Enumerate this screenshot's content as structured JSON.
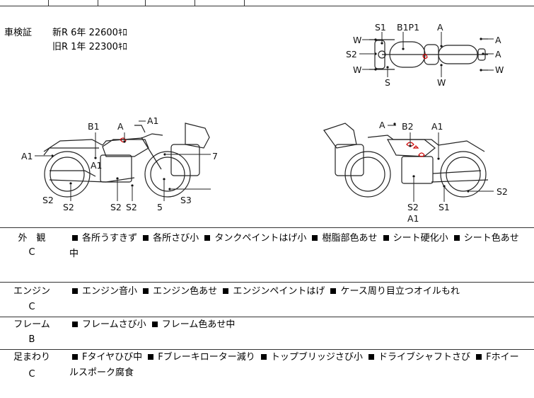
{
  "inspection": {
    "label": "車検証",
    "new": "新R  6年  22600ｷﾛ",
    "old": "旧R  1年  22300ｷﾛ"
  },
  "diagram_labels": {
    "top": [
      "S1",
      "B1P1",
      "A",
      "W",
      "S2",
      "W",
      "S",
      "W",
      "A",
      "A",
      "W"
    ],
    "left": [
      "A1",
      "B1",
      "A",
      "A1",
      "A1",
      "7",
      "S2",
      "S2",
      "S2",
      "S2",
      "5",
      "S3"
    ],
    "right": [
      "A",
      "B2",
      "A1",
      "S2",
      "A1",
      "S1",
      "S2"
    ]
  },
  "rows": [
    {
      "category": "外　観",
      "grade": "C",
      "items": [
        "各所うすきず",
        "各所さび小",
        "タンクペイントはげ小",
        "樹脂部色あせ",
        "シート硬化小",
        "シート色あせ中"
      ]
    },
    {
      "category": "エンジン",
      "grade": "C",
      "items": [
        "エンジン音小",
        "エンジン色あせ",
        "エンジンペイントはげ",
        "ケース周り目立つオイルもれ"
      ]
    },
    {
      "category": "フレーム",
      "grade": "B",
      "items": [
        "フレームさび小",
        "フレーム色あせ中"
      ]
    },
    {
      "category": "足まわり",
      "grade": "C",
      "items": [
        "Fタイヤひび中",
        "Fブレーキローター減り",
        "トップブリッジさび小",
        "ドライブシャフトさび",
        "Fホイールスポーク腐食"
      ]
    }
  ]
}
